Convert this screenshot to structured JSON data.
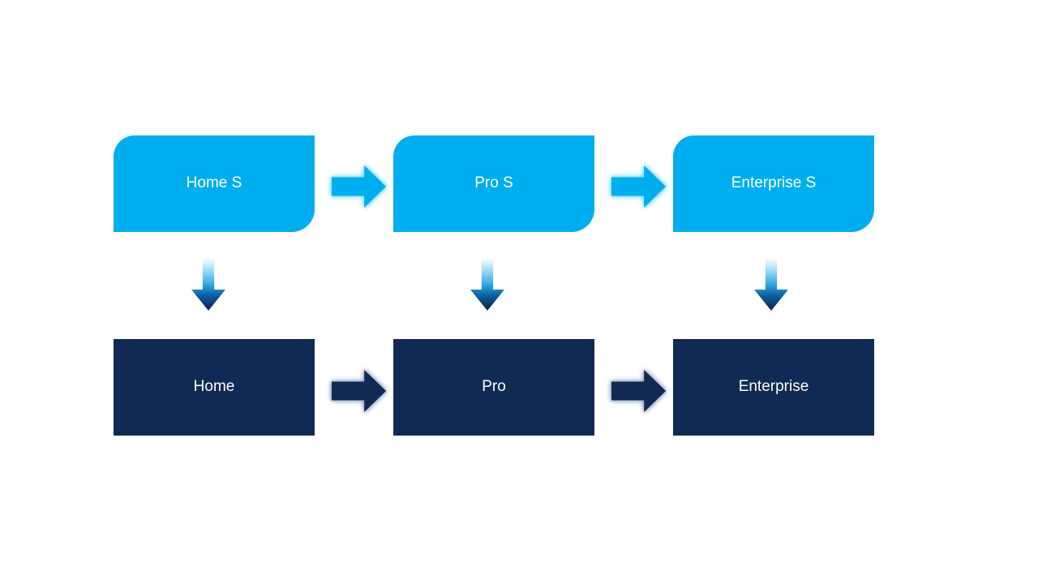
{
  "colors": {
    "light_blue": "#00AEEF",
    "navy": "#102A54",
    "glow_blue": "#7ADCFF",
    "glow_gray": "#96A6C4",
    "bg": "#FFFFFF"
  },
  "diagram": {
    "type": "flow-diagram",
    "columns": [
      {
        "top_label": "Home S",
        "bottom_label": "Home"
      },
      {
        "top_label": "Pro S",
        "bottom_label": "Pro"
      },
      {
        "top_label": "Enterprise S",
        "bottom_label": "Enterprise"
      }
    ]
  }
}
